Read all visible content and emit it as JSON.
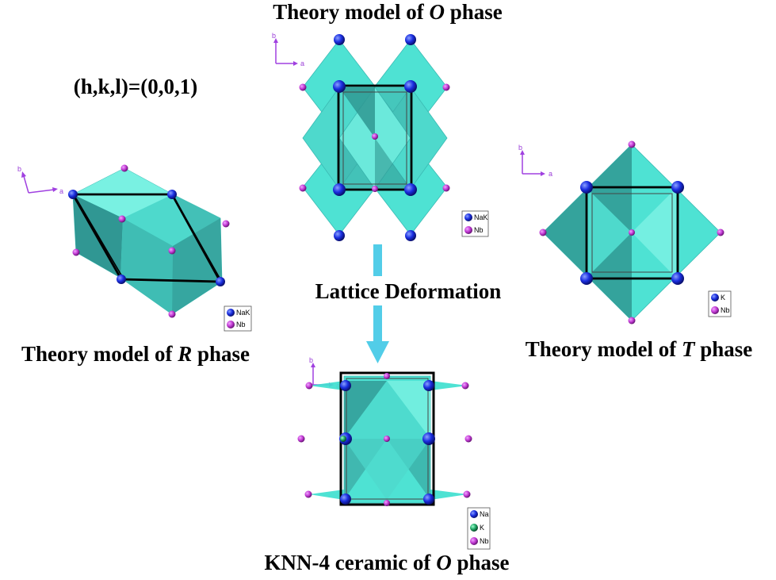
{
  "labels": {
    "o_model_title_prefix": "Theory model of ",
    "o_model_title_phase": "O",
    "o_model_title_suffix": " phase",
    "r_model_title_prefix": "Theory model of ",
    "r_model_title_phase": "R",
    "r_model_title_suffix": " phase",
    "t_model_title_prefix": "Theory model of ",
    "t_model_title_phase": "T",
    "t_model_title_suffix": " phase",
    "knn_title_prefix": "KNN-4 ceramic of ",
    "knn_title_phase": "O",
    "knn_title_suffix": " phase",
    "miller_index": "(h,k,l)=(0,0,1)",
    "transition": "Lattice  Deformation"
  },
  "axes": {
    "a": "a",
    "b": "b"
  },
  "legends": {
    "o_model": [
      "NaK",
      "Nb"
    ],
    "r_model": [
      "NaK",
      "Nb"
    ],
    "t_model": [
      "K",
      "Nb"
    ],
    "knn": [
      "Na",
      "K",
      "Nb"
    ]
  },
  "colors": {
    "polyhedron": "#40e0d0",
    "polyhedron_dark": "#1f8f8a",
    "cation_blue": "#1a2ee0",
    "nb_magenta": "#c43cd6",
    "k_green": "#1fa866",
    "arrow": "#52cde8",
    "axis": "#a040e0"
  }
}
